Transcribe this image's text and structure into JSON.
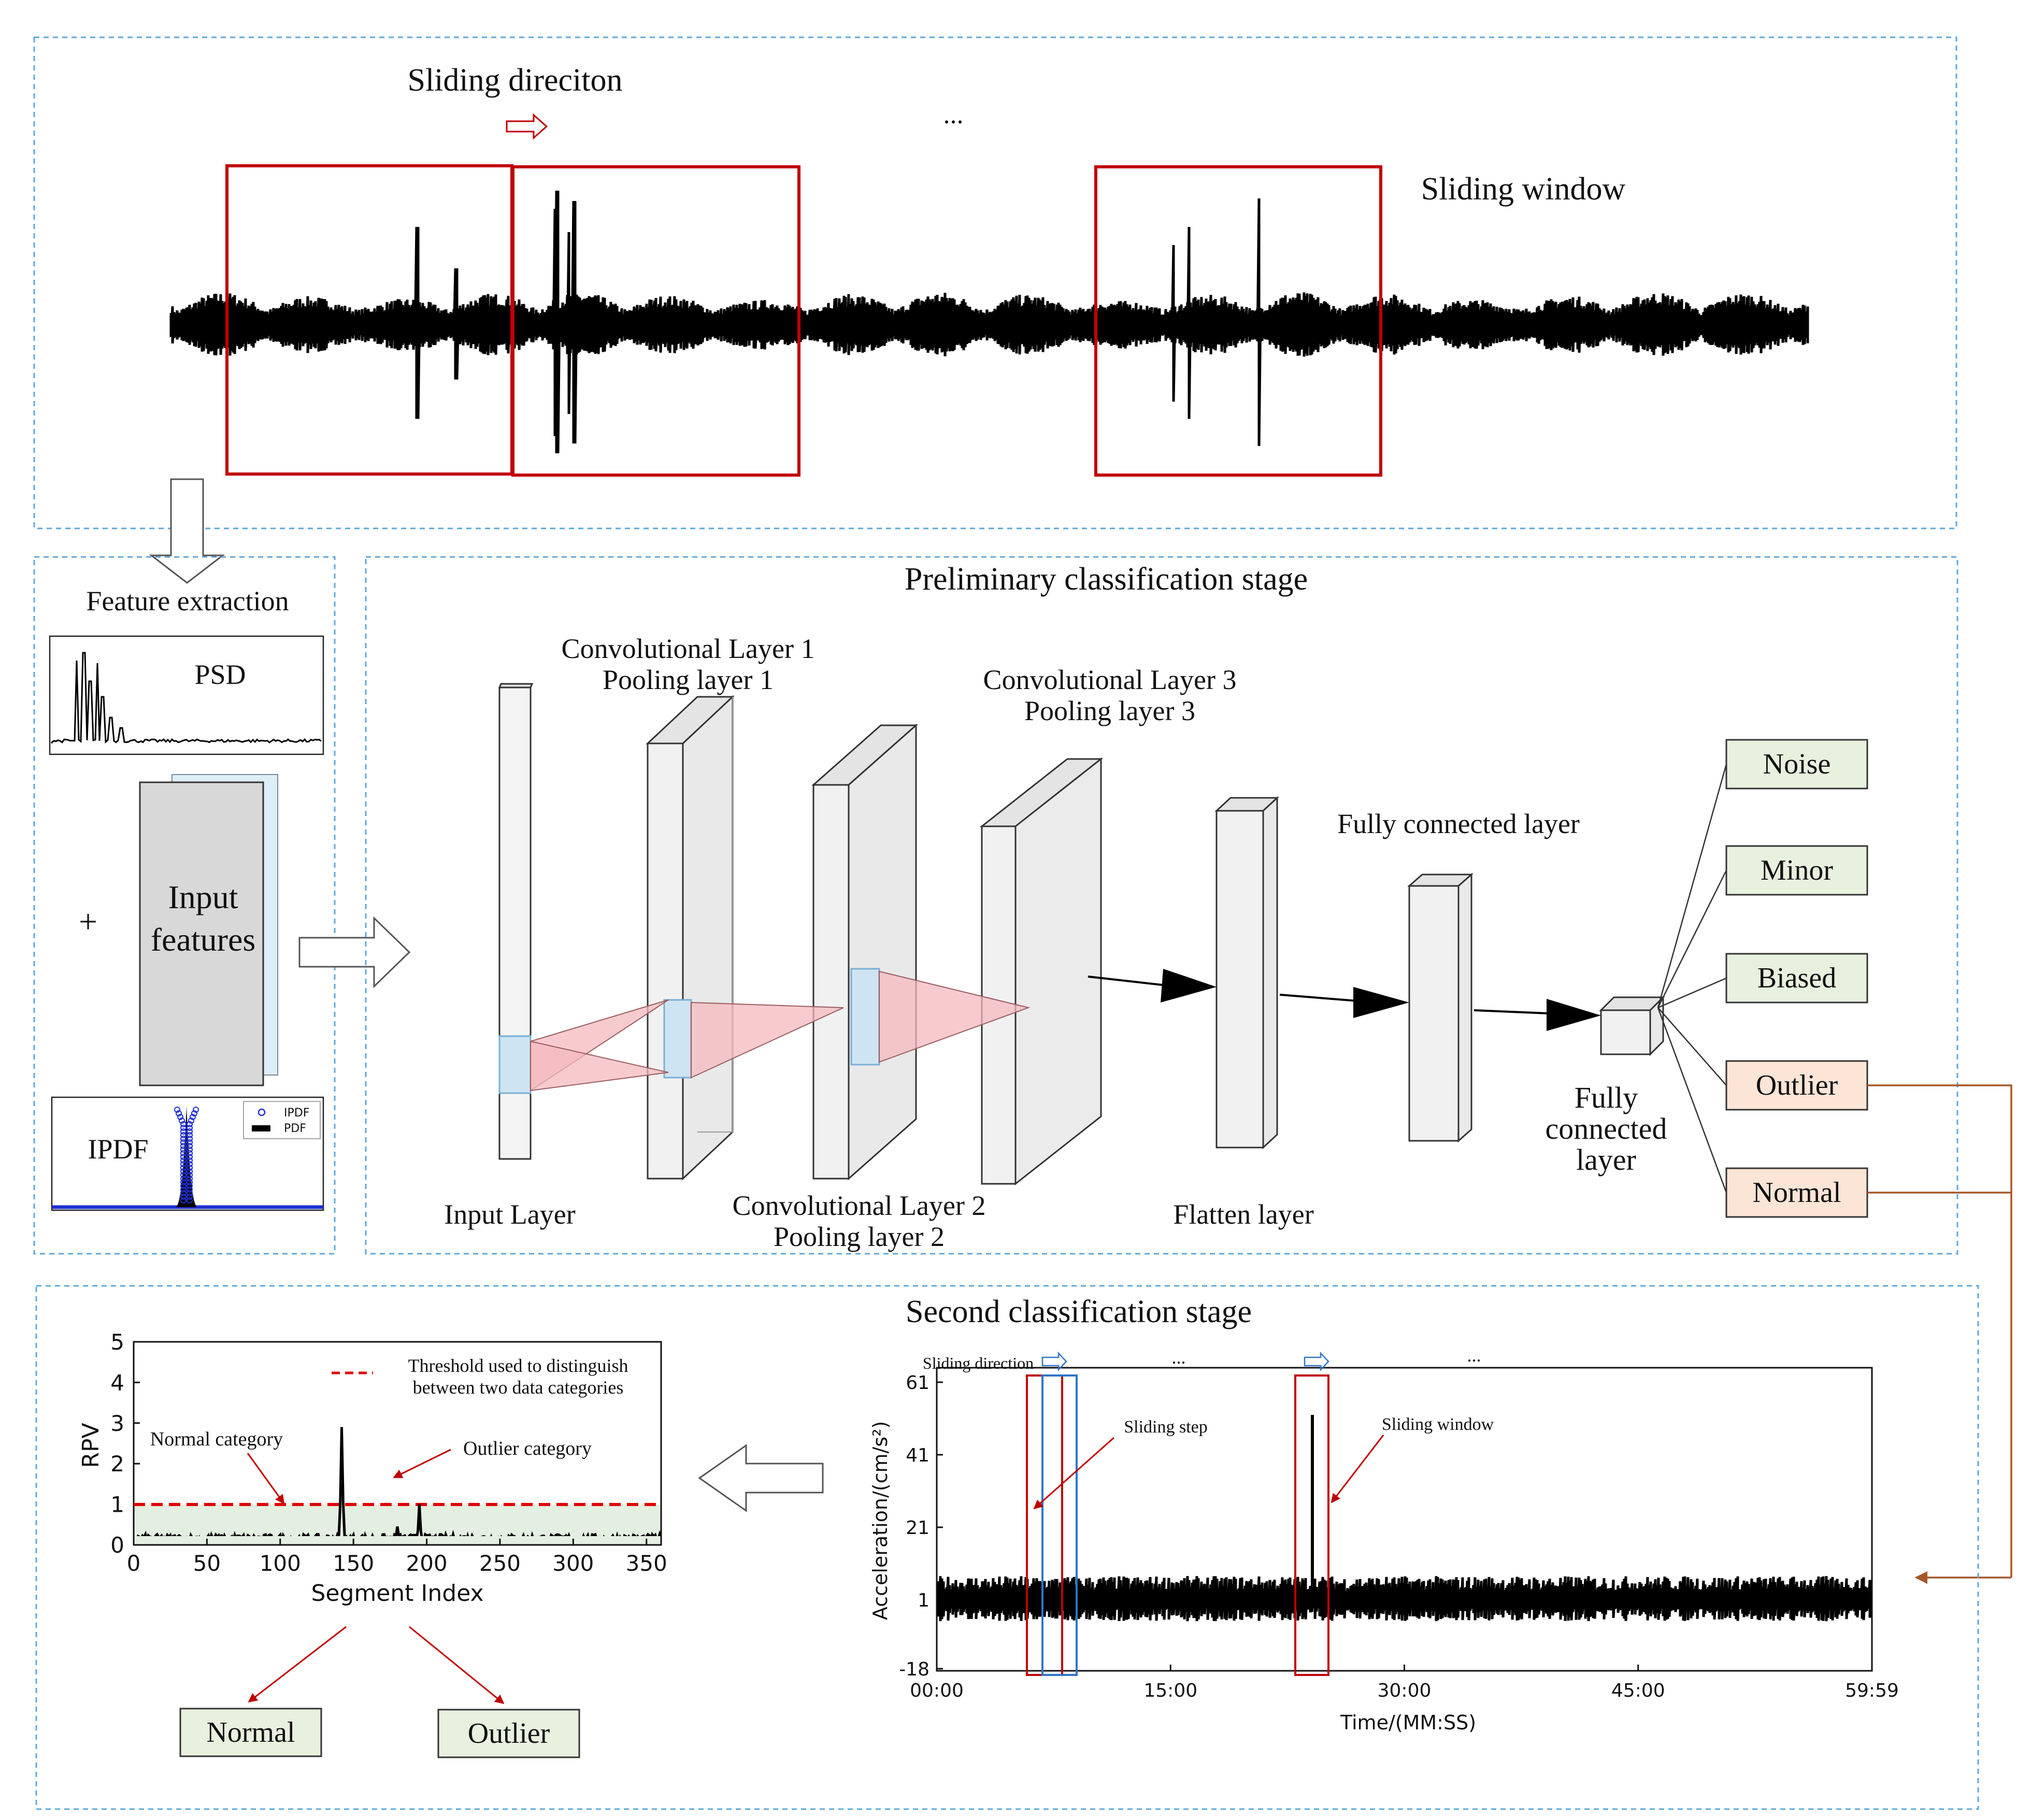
{
  "top_panel": {
    "sliding_direction_label": "Sliding direciton",
    "ellipsis": "...",
    "sliding_window_label": "Sliding window"
  },
  "feature_panel": {
    "title": "Feature extraction",
    "psd_label": "PSD",
    "plus": "+",
    "input_features_line1": "Input",
    "input_features_line2": "features",
    "ipdf_label": "IPDF",
    "legend_ipdf": "IPDF",
    "legend_pdf": "PDF"
  },
  "cnn_panel": {
    "title": "Preliminary classification stage",
    "input_layer": "Input Layer",
    "conv1_line1": "Convolutional Layer 1",
    "conv1_line2": "Pooling layer 1",
    "conv2_line1": "Convolutional Layer 2",
    "conv2_line2": "Pooling layer 2",
    "conv3_line1": "Convolutional Layer 3",
    "conv3_line2": "Pooling layer 3",
    "flatten": "Flatten layer",
    "fc_top": "Fully connected layer",
    "fc_bottom_line1": "Fully",
    "fc_bottom_line2": "connected",
    "fc_bottom_line3": "layer",
    "outputs": [
      "Noise",
      "Minor",
      "Biased",
      "Outlier",
      "Normal"
    ]
  },
  "second_panel": {
    "title": "Second classification stage",
    "final_normal": "Normal",
    "final_outlier": "Outlier"
  },
  "colors": {
    "window_red": "#c00000",
    "dashed_border": "#5fa8d8",
    "green_box": "#e8f0de",
    "peach_box": "#fbe5d6",
    "brown_arrow": "#a5562a",
    "blue_window": "#2f75c8"
  },
  "chart_data": [
    {
      "type": "line",
      "ylabel": "RPV",
      "xlabel": "Segment Index",
      "xlim": [
        0,
        360
      ],
      "ylim": [
        0,
        5
      ],
      "xticks": [
        0,
        50,
        100,
        150,
        200,
        250,
        300,
        350
      ],
      "yticks": [
        0,
        1,
        2,
        3,
        4,
        5
      ],
      "threshold": 1,
      "threshold_legend": [
        "Threshold used to distinguish",
        "between two data categories"
      ],
      "annotations": [
        "Normal category",
        "Outlier category"
      ],
      "peaks": [
        {
          "x": 142,
          "y": 2.9
        },
        {
          "x": 195,
          "y": 1.0
        },
        {
          "x": 180,
          "y": 0.45
        }
      ]
    },
    {
      "type": "line",
      "ylabel": "Acceleration/(cm/s²)",
      "xlabel": "Time/(MM:SS)",
      "xticks": [
        "00:00",
        "15:00",
        "30:00",
        "45:00",
        "59:59"
      ],
      "yticks": [
        61,
        41,
        21,
        1,
        -18
      ],
      "annotations": [
        "Sliding direction",
        "Sliding step",
        "Sliding window",
        "...",
        "..."
      ],
      "spike": {
        "time": "24:00",
        "value": 52
      }
    }
  ]
}
